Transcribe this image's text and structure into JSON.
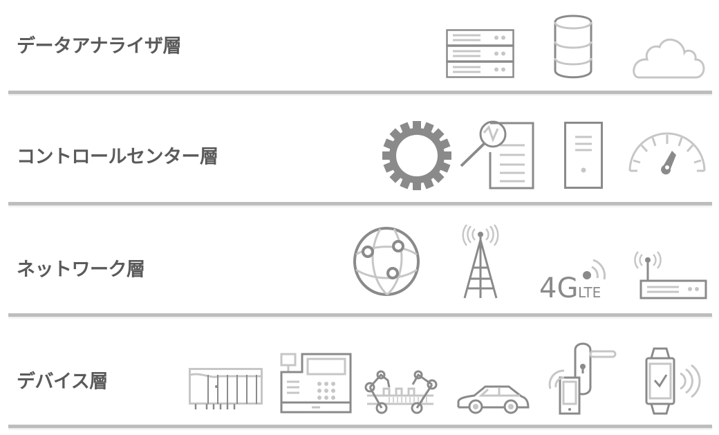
{
  "layers": [
    {
      "label": "データアナライザ層",
      "icons": [
        "server-rack-icon",
        "database-icon",
        "cloud-icon"
      ]
    },
    {
      "label": "コントロールセンター層",
      "icons": [
        "gear-icon",
        "report-search-icon",
        "server-tower-icon",
        "gauge-icon"
      ]
    },
    {
      "label": "ネットワーク層",
      "icons": [
        "globe-network-icon",
        "cell-tower-icon",
        "4g-lte-icon",
        "wifi-router-icon"
      ]
    },
    {
      "label": "デバイス層",
      "icons": [
        "plc-controller-icon",
        "cash-register-icon",
        "robot-arm-conveyor-icon",
        "car-icon",
        "smart-lock-phone-icon",
        "smartwatch-icon"
      ]
    }
  ],
  "lte_badge": {
    "big": "4G",
    "small": "LTE"
  },
  "colors": {
    "text": "#5a5a5a",
    "icon_dark": "#8a8a8a",
    "icon_light": "#c6c6c6",
    "divider": "#bdbdbd"
  }
}
